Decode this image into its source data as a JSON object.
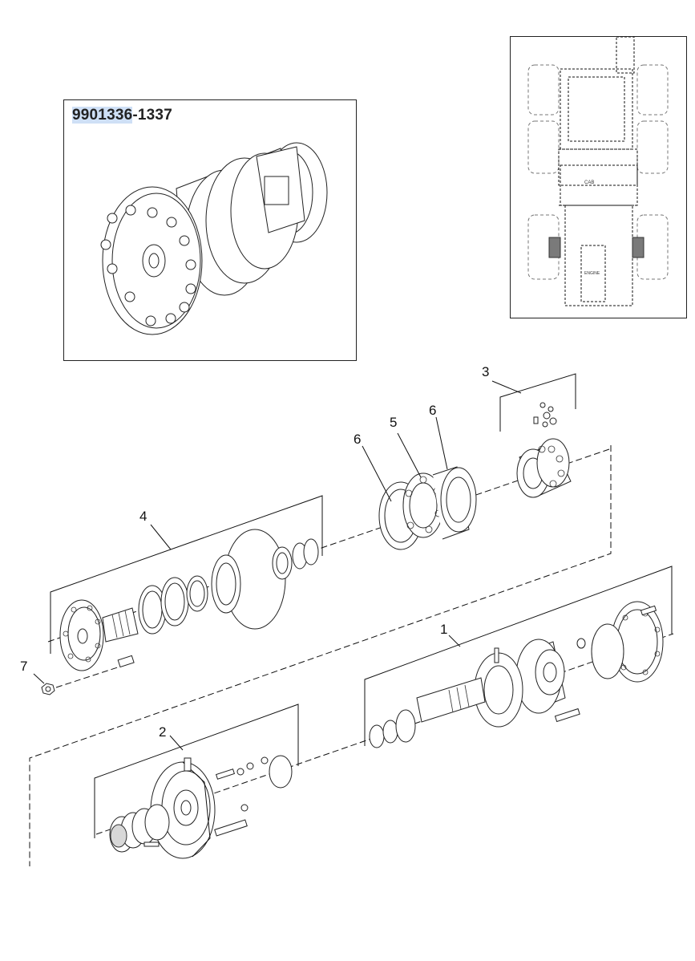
{
  "inset": {
    "part_number_highlight": "9901336",
    "part_number_suffix": "-1337"
  },
  "locator": {
    "cab_label": "CAB",
    "engine_label": "ENGINE",
    "highlight_color": "#7a7a7a"
  },
  "callouts": [
    {
      "id": "1",
      "label": "1"
    },
    {
      "id": "2",
      "label": "2"
    },
    {
      "id": "3",
      "label": "3"
    },
    {
      "id": "4",
      "label": "4"
    },
    {
      "id": "5",
      "label": "5"
    },
    {
      "id": "6a",
      "label": "6"
    },
    {
      "id": "6b",
      "label": "6"
    },
    {
      "id": "7",
      "label": "7"
    }
  ]
}
